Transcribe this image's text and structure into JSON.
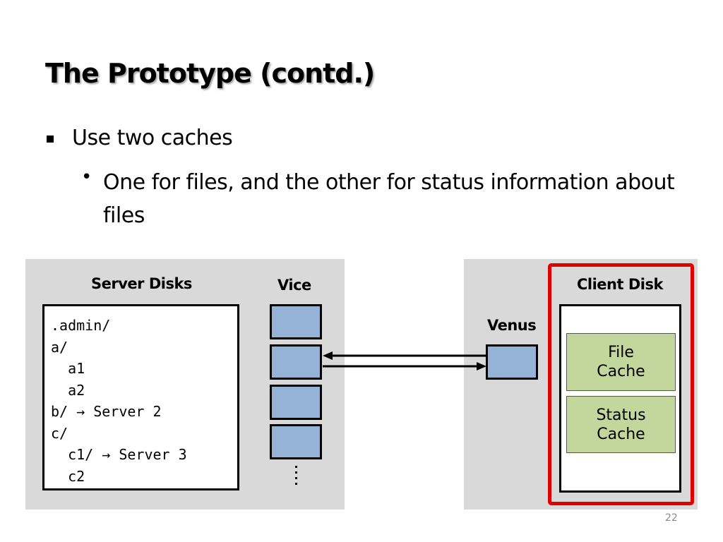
{
  "title": "The Prototype (contd.)",
  "bullets": {
    "level1": "Use two caches",
    "level2": "One for files, and the other for status information about files"
  },
  "diagram": {
    "server_disks_label": "Server Disks",
    "vice_label": "Vice",
    "venus_label": "Venus",
    "client_disk_label": "Client Disk",
    "file_listing": [
      ".admin/",
      "a/",
      "  a1",
      "  a2",
      "b/ → Server 2",
      "c/",
      "  c1/ → Server 3",
      "  c2"
    ],
    "file_cache": [
      "File",
      "Cache"
    ],
    "status_cache": [
      "Status",
      "Cache"
    ],
    "colors": {
      "panel": "#d9d9d9",
      "server_block": "#95b3d7",
      "cache_block": "#c3d69b",
      "highlight_frame": "#e00000"
    }
  },
  "page_number": "22"
}
